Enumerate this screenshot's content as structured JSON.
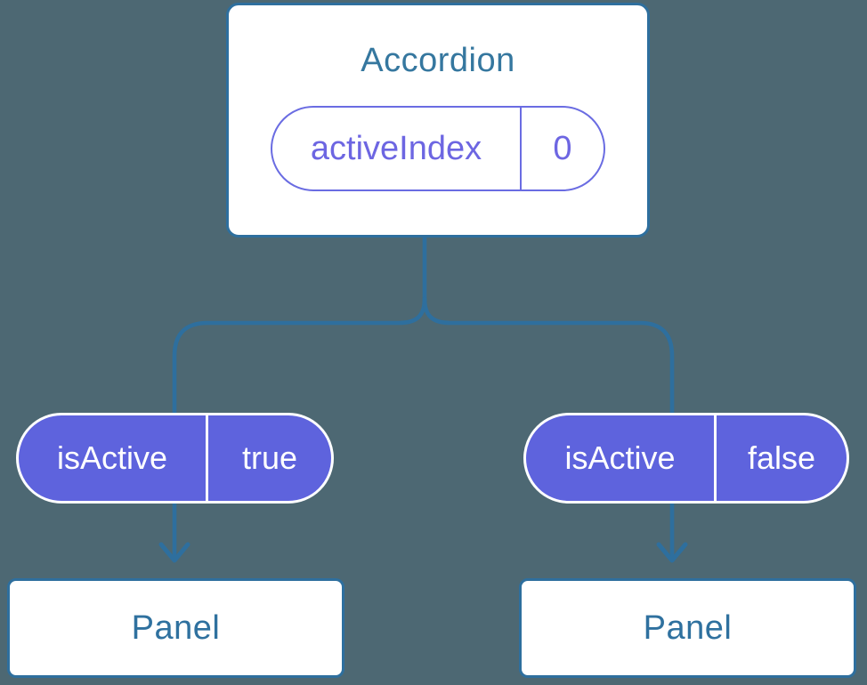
{
  "diagram": {
    "description": "Component tree diagram: Accordion parent holding state, passing isActive props to two Panel children",
    "root": {
      "title": "Accordion",
      "state_pill": {
        "name": "activeIndex",
        "value": "0"
      }
    },
    "children": [
      {
        "state_pill": {
          "name": "isActive",
          "value": "true"
        },
        "panel_label": "Panel"
      },
      {
        "state_pill": {
          "name": "isActive",
          "value": "false"
        },
        "panel_label": "Panel"
      }
    ],
    "colors": {
      "background": "#4d6873",
      "connector_blue": "#2e6f9e",
      "card_border_blue": "#2e6f9e",
      "heading_text_blue": "#35779f",
      "panel_text_blue": "#2f719f",
      "pill_fill_purple": "#5e63dd",
      "pill_outline_purple": "#6a6ce2",
      "pill_text_purple": "#6d66e2",
      "pill_text_white": "#ffffff",
      "card_background": "#ffffff"
    }
  }
}
